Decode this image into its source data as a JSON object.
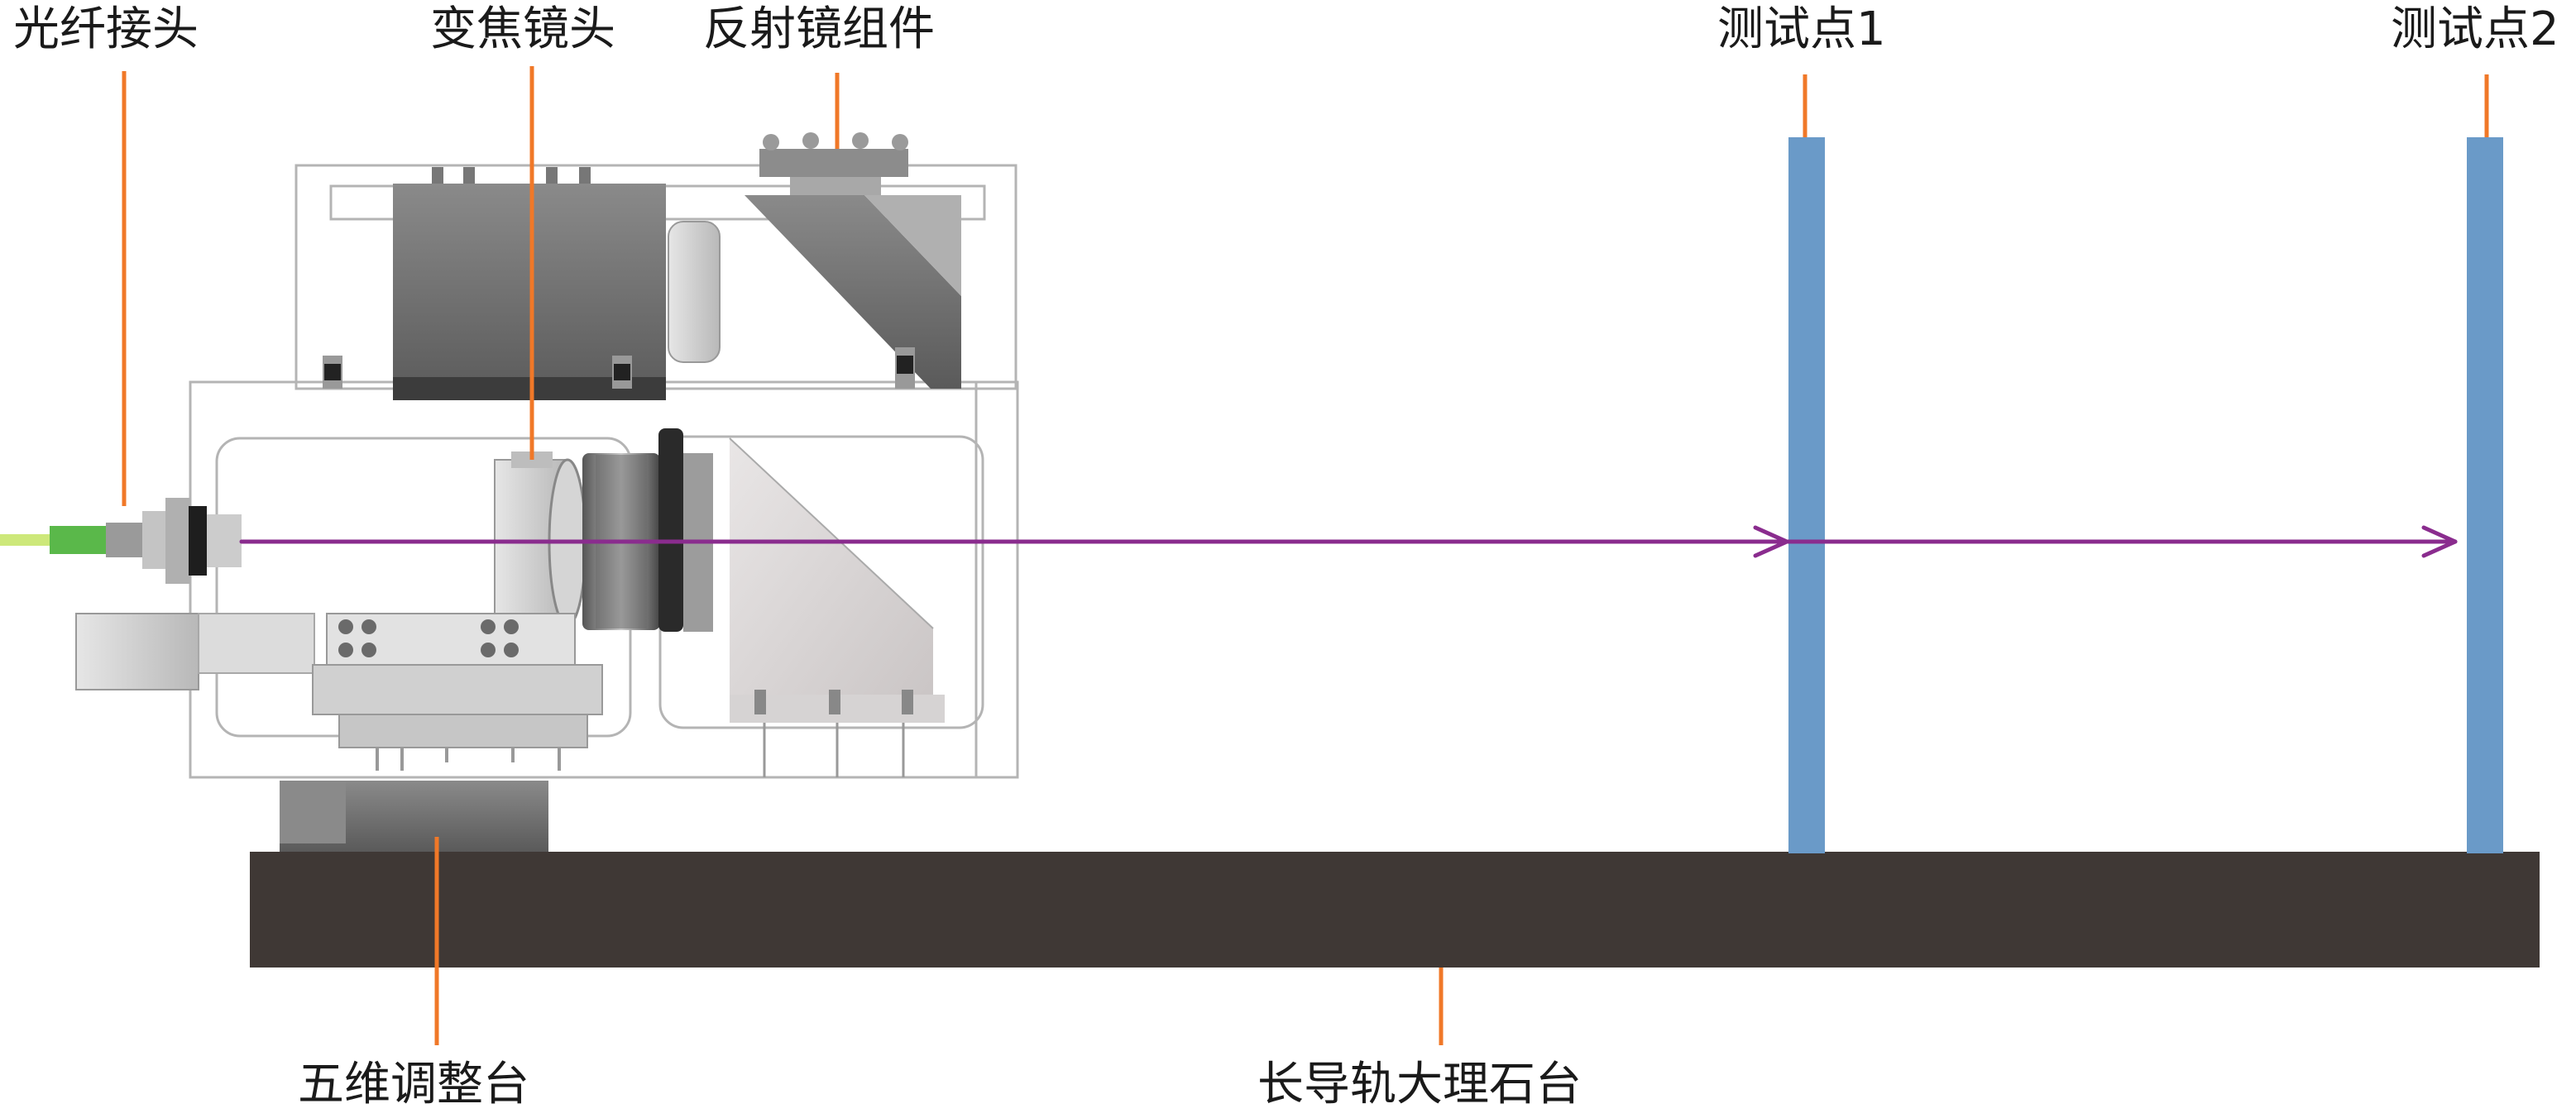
{
  "labels": {
    "fiber_connector": "光纤接头",
    "zoom_lens": "变焦镜头",
    "mirror_assembly": "反射镜组件",
    "test_point_1": "测试点1",
    "test_point_2": "测试点2",
    "five_axis_stage": "五维调整台",
    "marble_rail_table": "长导轨大理石台"
  },
  "colors": {
    "leader_line": "#f07828",
    "beam": "#8a2c8e",
    "test_plate": "#6a9ac8",
    "marble_table": "#3f3835",
    "housing_line": "#b4b4b4",
    "metal_dark": "#6c6c6c",
    "metal_light": "#cfcfcf"
  }
}
